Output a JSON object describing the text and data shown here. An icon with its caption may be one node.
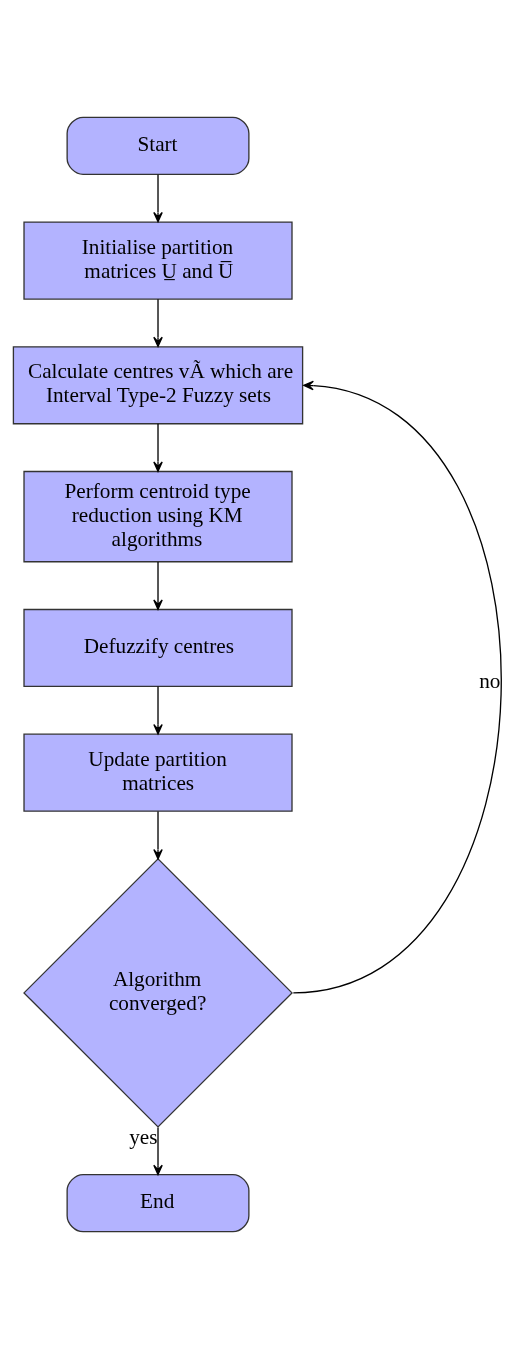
{
  "diagram": {
    "nodes": [
      {
        "text": [
          "Start"
        ]
      },
      {
        "text": [
          "Initialise partition matrices U̲ and U̅"
        ]
      },
      {
        "text": [
          "Calculate centres vÃ which are Interval Type-2 Fuzzy sets"
        ]
      },
      {
        "text": [
          "Perform centroid type reduction using KM algorithms"
        ]
      },
      {
        "text": [
          "Defuzzify centres"
        ]
      },
      {
        "text": [
          "Update partition matrices"
        ]
      },
      {
        "text": [
          "Algorithm converged?"
        ]
      },
      {
        "text": [
          "End"
        ]
      }
    ],
    "edges": [
      {
        "from": 0,
        "to": 1,
        "arrow": "to"
      },
      {
        "from": 1,
        "to": 2,
        "arrow": "to"
      },
      {
        "from": 2,
        "to": 3,
        "arrow": "to"
      },
      {
        "from": 3,
        "to": 4,
        "arrow": "to"
      },
      {
        "from": 4,
        "to": 5,
        "arrow": "to"
      },
      {
        "from": 5,
        "to": 6,
        "arrow": "to"
      },
      {
        "from": 6,
        "to": 2,
        "arrow": "to",
        "label": "no"
      },
      {
        "from": 6,
        "to": 7,
        "arrow": "to",
        "label": "yes"
      }
    ]
  }
}
